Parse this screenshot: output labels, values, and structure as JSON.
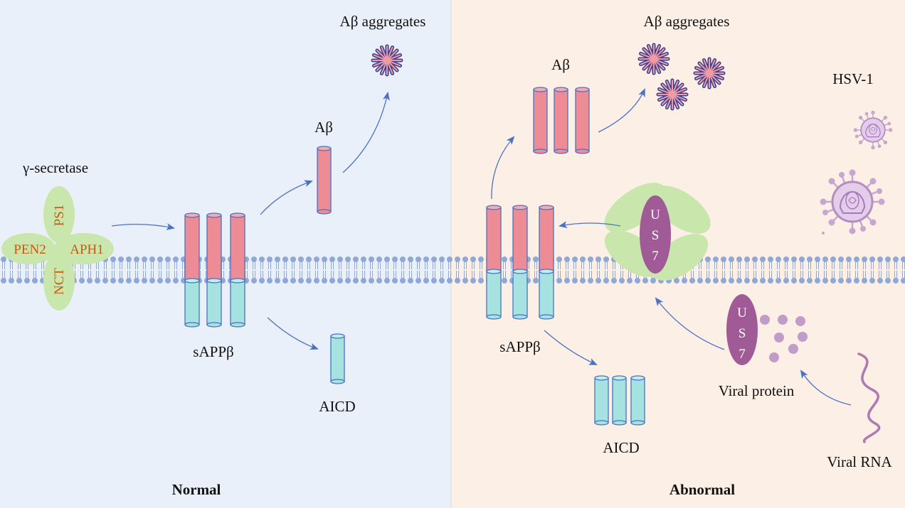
{
  "panels": {
    "normal": {
      "title": "Normal",
      "gamma_secretase_label": "γ-secretase",
      "subunits": {
        "top": "PS1",
        "left": "PEN2",
        "right": "APH1",
        "bottom": "NCT"
      },
      "sapp_label": "sAPPβ",
      "abeta_label": "Aβ",
      "aggregates_label": "Aβ aggregates",
      "aicd_label": "AICD"
    },
    "abnormal": {
      "title": "Abnormal",
      "sapp_label": "sAPPβ",
      "abeta_label": "Aβ",
      "aggregates_label": "Aβ aggregates",
      "aicd_label": "AICD",
      "virus_label": "HSV-1",
      "us7_letters": [
        "U",
        "S",
        "7"
      ],
      "viral_protein_label": "Viral protein",
      "viral_rna_label": "Viral RNA"
    }
  },
  "colors": {
    "normal_bg": "#eaf0fa",
    "abnormal_bg": "#fcefe6",
    "membrane": "#8fa8d8",
    "abeta": "#ee8c96",
    "aicd": "#a6e2e0",
    "secretase": "#c9e6ad",
    "us7": "#a05b97",
    "virus": "#c9a6cf",
    "arrow": "#4a72c4",
    "aggregate": "#3a3f8f"
  },
  "icons": [
    "amyloid-aggregate-icon",
    "hsv1-virus-icon",
    "arrow-icon",
    "viral-rna-icon"
  ]
}
